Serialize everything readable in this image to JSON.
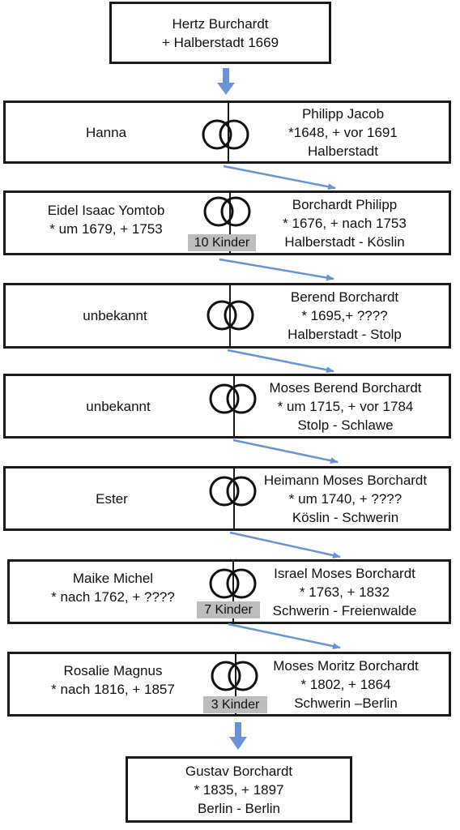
{
  "root": {
    "name": "Hertz Burchardt",
    "lines": [
      "Hertz Burchardt",
      "+ Halberstadt 1669"
    ]
  },
  "generations": [
    {
      "spouse": [
        "Hanna"
      ],
      "person": [
        "Philipp Jacob",
        "*1648, + vor 1691",
        "Halberstadt"
      ],
      "children": ""
    },
    {
      "spouse": [
        "Eidel Isaac Yomtob",
        "* um 1679, + 1753"
      ],
      "person": [
        "Borchardt Philipp",
        "* 1676, + nach 1753",
        "Halberstadt - Köslin"
      ],
      "children": "10 Kinder"
    },
    {
      "spouse": [
        "unbekannt"
      ],
      "person": [
        "Berend Borchardt",
        "* 1695,+ ????",
        "Halberstadt - Stolp"
      ],
      "children": ""
    },
    {
      "spouse": [
        "unbekannt"
      ],
      "person": [
        "Moses Berend Borchardt",
        "* um 1715, + vor 1784",
        "Stolp - Schlawe"
      ],
      "children": ""
    },
    {
      "spouse": [
        "Ester"
      ],
      "person": [
        "Heimann Moses Borchardt",
        "* um 1740, + ????",
        "Köslin - Schwerin"
      ],
      "children": ""
    },
    {
      "spouse": [
        "Maike Michel",
        "* nach 1762, + ????"
      ],
      "person": [
        "Israel Moses Borchardt",
        "* 1763, + 1832",
        "Schwerin - Freienwalde"
      ],
      "children": "7 Kinder"
    },
    {
      "spouse": [
        "Rosalie Magnus",
        "* nach 1816, + 1857"
      ],
      "person": [
        "Moses Moritz Borchardt",
        "* 1802, + 1864",
        "Schwerin –Berlin"
      ],
      "children": "3 Kinder"
    }
  ],
  "last": {
    "lines": [
      "Gustav Borchardt",
      "* 1835, + 1897",
      "Berlin - Berlin"
    ]
  },
  "colors": {
    "border": "#1a1a1a",
    "arrow": "#6a93d6",
    "badge": "#bdbdbd"
  },
  "icons": {
    "marriage": "interlocked-rings-icon",
    "arrow": "arrow-down-icon"
  }
}
